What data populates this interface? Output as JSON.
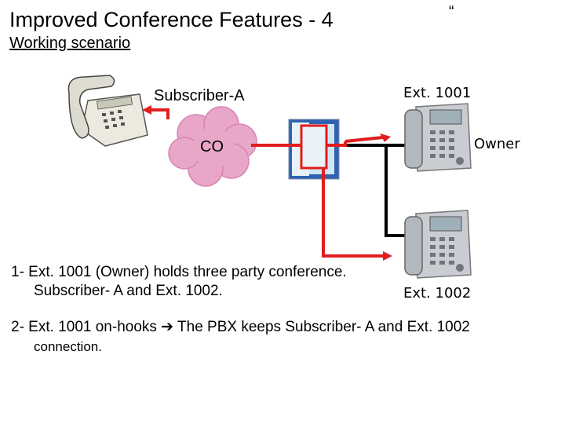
{
  "slide": {
    "title": "Improved Conference Features - 4",
    "subtitle": "Working scenario",
    "quote_mark": "“"
  },
  "diagram": {
    "subscriber_label": "Subscriber-A",
    "co_label": "CO",
    "ext1001_label": "Ext. 1001",
    "owner_label": "Owner",
    "ext1002_label": "Ext. 1002",
    "colors": {
      "active_path": "#e11d1d",
      "line": "#000000",
      "cloud": "#e8a6c8",
      "pbx_blue": "#2f62b0",
      "pbx_light": "#cfe6f2",
      "phone_body": "#c9cdd2",
      "desk_phone_body": "#eceadf"
    }
  },
  "steps": {
    "step1_line1": "1- Ext. 1001 (Owner) holds three party conference.",
    "step1_line2": "Subscriber- A and Ext. 1002.",
    "step2_prefix": "2- Ext. 1001 on-hooks",
    "step2_arrow": "➔",
    "step2_rest": "The PBX keeps Subscriber- A and Ext. 1002",
    "step2_cont": "connection."
  }
}
